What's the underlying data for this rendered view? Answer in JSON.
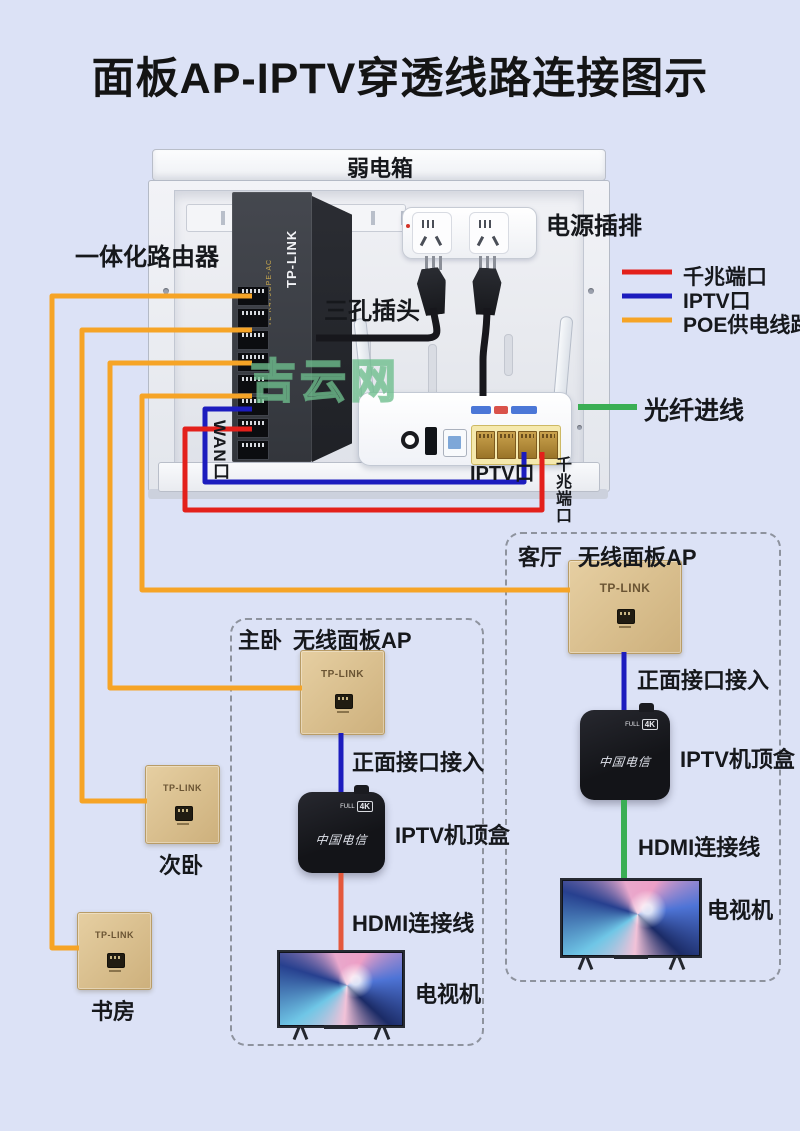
{
  "title": "面板AP-IPTV穿透线路连接图示",
  "watermark": "吉云网",
  "colors": {
    "background": "#dce2f6",
    "gigabit_red": "#e3201b",
    "iptv_blue": "#1c1cbe",
    "poe_orange": "#f6a426",
    "fiber_green": "#3aae54",
    "hdmi_orange": "#e4583c",
    "ap_gold": "#d8bd8e"
  },
  "cabinet": {
    "label": "弱电箱",
    "router_label": "一体化路由器",
    "plug_label": "三孔插头",
    "power_strip_label": "电源插排",
    "switch_brand": "TP-LINK",
    "switch_model": "TL-R479GPE-AC",
    "wan_label": "WAN口",
    "iptv_port_label": "IPTV口",
    "gigabit_port_label": "千兆端口"
  },
  "legend": {
    "items": [
      {
        "label": "千兆端口"
      },
      {
        "label": "IPTV口"
      },
      {
        "label": "POE供电线路"
      }
    ],
    "fiber_label": "光纤进线"
  },
  "rooms": {
    "living": {
      "name": "客厅",
      "ap_label": "无线面板AP",
      "ap_brand": "TP-LINK",
      "front_port_label": "正面接口接入",
      "stb_label": "IPTV机顶盒",
      "stb_brand": "中国电信",
      "stb_badge_full": "FULL",
      "stb_badge_4k": "4K",
      "hdmi_label": "HDMI连接线",
      "tv_label": "电视机"
    },
    "master": {
      "name": "主卧",
      "ap_label": "无线面板AP",
      "ap_brand": "TP-LINK",
      "front_port_label": "正面接口接入",
      "stb_label": "IPTV机顶盒",
      "stb_brand": "中国电信",
      "stb_badge_full": "FULL",
      "stb_badge_4k": "4K",
      "hdmi_label": "HDMI连接线",
      "tv_label": "电视机"
    },
    "second": {
      "name": "次卧",
      "ap_brand": "TP-LINK"
    },
    "study": {
      "name": "书房",
      "ap_brand": "TP-LINK"
    }
  }
}
